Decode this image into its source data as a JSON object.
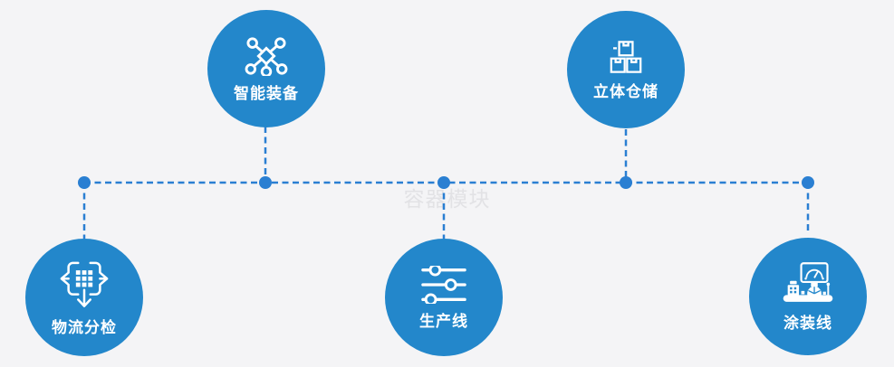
{
  "watermark": {
    "text": "容器模块"
  },
  "diagram": {
    "nodes": [
      {
        "id": "smart-equipment",
        "label": "智能装备",
        "icon": "network-nodes-icon",
        "position": "top-left"
      },
      {
        "id": "warehouse",
        "label": "立体仓储",
        "icon": "stacked-boxes-icon",
        "position": "top-right"
      },
      {
        "id": "logistics",
        "label": "物流分检",
        "icon": "dispatch-grid-icon",
        "position": "bottom-left"
      },
      {
        "id": "production",
        "label": "生产线",
        "icon": "sliders-icon",
        "position": "bottom-center"
      },
      {
        "id": "painting",
        "label": "涂装线",
        "icon": "control-station-icon",
        "position": "bottom-right"
      }
    ],
    "colors": {
      "node_fill": "#2387cb",
      "connector": "#2a7fd2",
      "background": "#f4f4f6",
      "watermark_text": "#e2e2e5",
      "label_text": "#ffffff"
    },
    "connector_style": "dashed-with-junction-dots"
  }
}
